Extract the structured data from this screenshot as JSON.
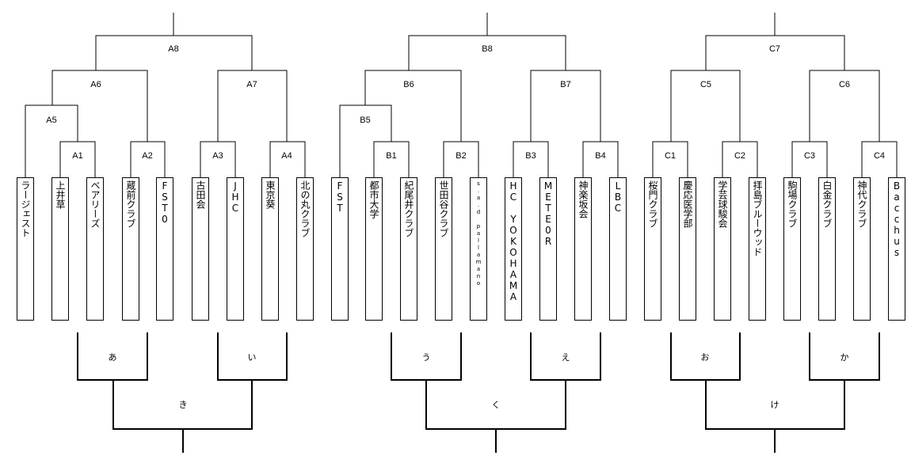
{
  "teams": [
    {
      "name": "ラージェスト"
    },
    {
      "name": "上井草"
    },
    {
      "name": "ベアリーズ"
    },
    {
      "name": "蔵前クラブ"
    },
    {
      "name": "FST0"
    },
    {
      "name": "古田会"
    },
    {
      "name": "JHC"
    },
    {
      "name": "東京葵"
    },
    {
      "name": "北の丸クラブ"
    },
    {
      "name": "FST"
    },
    {
      "name": "都市大学"
    },
    {
      "name": "紀尾井クラブ"
    },
    {
      "name": "世田谷クラブ"
    },
    {
      "name": "s.a.d pallamano"
    },
    {
      "name": "HC YOKOHAMA"
    },
    {
      "name": "METE0R"
    },
    {
      "name": "神楽坂会"
    },
    {
      "name": "LBC"
    },
    {
      "name": "桜門クラブ"
    },
    {
      "name": "慶応医学部"
    },
    {
      "name": "学芸球駿会"
    },
    {
      "name": "拝島ブルーウッド"
    },
    {
      "name": "駒場クラブ"
    },
    {
      "name": "白金クラブ"
    },
    {
      "name": "神代クラブ"
    },
    {
      "name": "Bacchus"
    }
  ],
  "top_matches": {
    "A1": "A1",
    "A2": "A2",
    "A3": "A3",
    "A4": "A4",
    "A5": "A5",
    "A6": "A6",
    "A7": "A7",
    "A8": "A8",
    "B1": "B1",
    "B2": "B2",
    "B3": "B3",
    "B4": "B4",
    "B5": "B5",
    "B6": "B6",
    "B7": "B7",
    "B8": "B8",
    "C1": "C1",
    "C2": "C2",
    "C3": "C3",
    "C4": "C4",
    "C5": "C5",
    "C6": "C6",
    "C7": "C7"
  },
  "bottom_matches": {
    "a": "あ",
    "i": "い",
    "ki": "き",
    "u": "う",
    "e": "え",
    "ku": "く",
    "o": "お",
    "ka": "か",
    "ke": "け"
  }
}
